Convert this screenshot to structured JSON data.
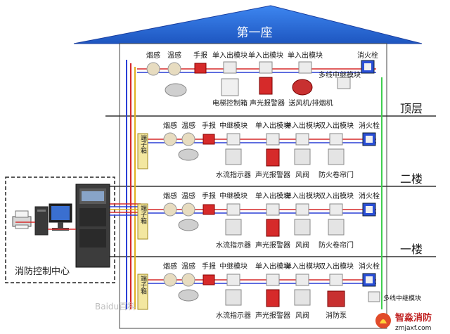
{
  "building": {
    "title": "第一座",
    "colors": {
      "roof": "#2f6fd6",
      "wire_red": "#d62a2a",
      "wire_blue": "#2a3fd6",
      "wire_green": "#3fcf4f",
      "wire_yellow": "#e0b020",
      "floor_line": "#333333"
    }
  },
  "floors": [
    {
      "name": "顶层",
      "top_labels": [
        "烟感",
        "温感",
        "手报",
        "单入出模块",
        "单入出模块",
        "单入出模块",
        "消火栓"
      ],
      "bottom_labels": [
        "电梯控制箱",
        "声光报警器",
        "送风机/排烟机"
      ],
      "extra_label": "多线中继模块",
      "terminal": ""
    },
    {
      "name": "二楼",
      "top_labels": [
        "烟感",
        "温感",
        "手报",
        "中继模块",
        "单入出模块",
        "单入出模块",
        "双入出模块",
        "消火栓"
      ],
      "bottom_labels": [
        "水流指示器",
        "声光报警器",
        "风阀",
        "防火卷帘门"
      ],
      "terminal": "端子箱"
    },
    {
      "name": "一楼",
      "top_labels": [
        "烟感",
        "温感",
        "手报",
        "中继模块",
        "单入出模块",
        "单入出模块",
        "双入出模块",
        "消火栓"
      ],
      "bottom_labels": [
        "水流指示器",
        "声光报警器",
        "风阀",
        "防火卷帘门"
      ],
      "terminal": "端子箱"
    },
    {
      "name": "",
      "top_labels": [
        "烟感",
        "温感",
        "手报",
        "中继模块",
        "单入出模块",
        "单入出模块",
        "双入出模块",
        "消火栓"
      ],
      "bottom_labels": [
        "水流指示器",
        "声光报警器",
        "风阀",
        "消防泵"
      ],
      "extra_label": "多线中继模块",
      "terminal": "端子箱"
    }
  ],
  "control_center": {
    "label": "消防控制中心"
  },
  "watermark": "Baidu百科",
  "logo": {
    "name": "智淼消防",
    "url": "zmjaxf.com"
  }
}
